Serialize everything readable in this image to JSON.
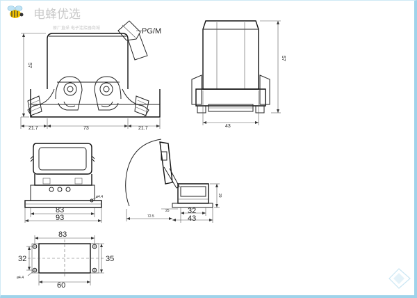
{
  "brand": {
    "name": "电蜂优选",
    "subtitle": "原厂直采 电子连接器商城",
    "icon": "bee-logo-icon"
  },
  "front_view": {
    "label_thread": "PG/M",
    "dim_height": "57",
    "dim_left": "21.7",
    "dim_center": "73",
    "dim_right": "21.7"
  },
  "side_view": {
    "dim_height": "57",
    "dim_width": "43"
  },
  "base_front_view": {
    "dim_inner": "83",
    "dim_outer": "93",
    "hole_label": "ø4.4"
  },
  "open_view": {
    "dim_radius": "72.5",
    "dim_offset": "25",
    "dim_inner": "32",
    "dim_outer": "43",
    "dim_height": "29"
  },
  "cutout_view": {
    "dim_top": "83",
    "dim_left": "32",
    "dim_right": "35",
    "dim_bottom": "60",
    "hole_label": "ø4.4"
  },
  "colors": {
    "line": "#222222",
    "border_accent": "#9fd3ea",
    "logo_yellow": "#f2c200"
  }
}
